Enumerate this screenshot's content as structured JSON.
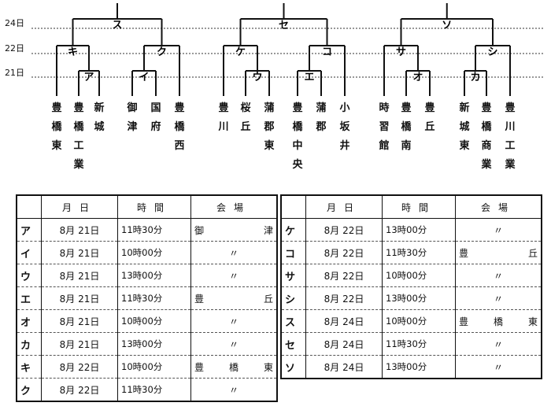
{
  "dates": [
    "24日",
    "22日",
    "21日"
  ],
  "round_labels": {
    "final": [
      "ス",
      "セ",
      "ソ"
    ],
    "r22": [
      "キ",
      "ク",
      "ケ",
      "コ",
      "サ",
      "シ"
    ],
    "r21": [
      "ア",
      "イ",
      "ウ",
      "エ",
      "オ",
      "カ"
    ]
  },
  "teams": [
    [
      "豊",
      "橋",
      "東"
    ],
    [
      "豊",
      "橋",
      "工",
      "業"
    ],
    [
      "新",
      "城"
    ],
    [
      "御",
      "津"
    ],
    [
      "国",
      "府"
    ],
    [
      "豊",
      "橋",
      "西"
    ],
    [
      "豊",
      "川"
    ],
    [
      "桜",
      "丘"
    ],
    [
      "蒲",
      "郡",
      "東"
    ],
    [
      "豊",
      "橋",
      "中",
      "央"
    ],
    [
      "蒲",
      "郡"
    ],
    [
      "小",
      "坂",
      "井"
    ],
    [
      "時",
      "習",
      "館"
    ],
    [
      "豊",
      "橋",
      "南"
    ],
    [
      "豊",
      "丘"
    ],
    [
      "新",
      "城",
      "東"
    ],
    [
      "豊",
      "橋",
      "商",
      "業"
    ],
    [
      "豊",
      "川",
      "工",
      "業"
    ]
  ],
  "table_headers": [
    "月日",
    "時間",
    "会場"
  ],
  "schedule_left": [
    {
      "key": "ア",
      "date": "8月 21日",
      "time": "11時30分",
      "venue": [
        "御",
        "津"
      ]
    },
    {
      "key": "イ",
      "date": "8月 21日",
      "time": "10時00分",
      "venue": [
        "〃"
      ]
    },
    {
      "key": "ウ",
      "date": "8月 21日",
      "time": "13時00分",
      "venue": [
        "〃"
      ]
    },
    {
      "key": "エ",
      "date": "8月 21日",
      "time": "11時30分",
      "venue": [
        "豊",
        "丘"
      ]
    },
    {
      "key": "オ",
      "date": "8月 21日",
      "time": "10時00分",
      "venue": [
        "〃"
      ]
    },
    {
      "key": "カ",
      "date": "8月 21日",
      "time": "13時00分",
      "venue": [
        "〃"
      ]
    },
    {
      "key": "キ",
      "date": "8月 22日",
      "time": "10時00分",
      "venue": [
        "豊",
        "橋",
        "東"
      ]
    },
    {
      "key": "ク",
      "date": "8月 22日",
      "time": "11時30分",
      "venue": [
        "〃"
      ]
    }
  ],
  "schedule_right": [
    {
      "key": "ケ",
      "date": "8月 22日",
      "time": "13時00分",
      "venue": [
        "〃"
      ]
    },
    {
      "key": "コ",
      "date": "8月 22日",
      "time": "11時30分",
      "venue": [
        "豊",
        "丘"
      ]
    },
    {
      "key": "サ",
      "date": "8月 22日",
      "time": "10時00分",
      "venue": [
        "〃"
      ]
    },
    {
      "key": "シ",
      "date": "8月 22日",
      "time": "13時00分",
      "venue": [
        "〃"
      ]
    },
    {
      "key": "ス",
      "date": "8月 24日",
      "time": "10時00分",
      "venue": [
        "豊",
        "橋",
        "東"
      ]
    },
    {
      "key": "セ",
      "date": "8月 24日",
      "time": "11時30分",
      "venue": [
        "〃"
      ]
    },
    {
      "key": "ソ",
      "date": "8月 24日",
      "time": "13時00分",
      "venue": [
        "〃"
      ]
    }
  ]
}
